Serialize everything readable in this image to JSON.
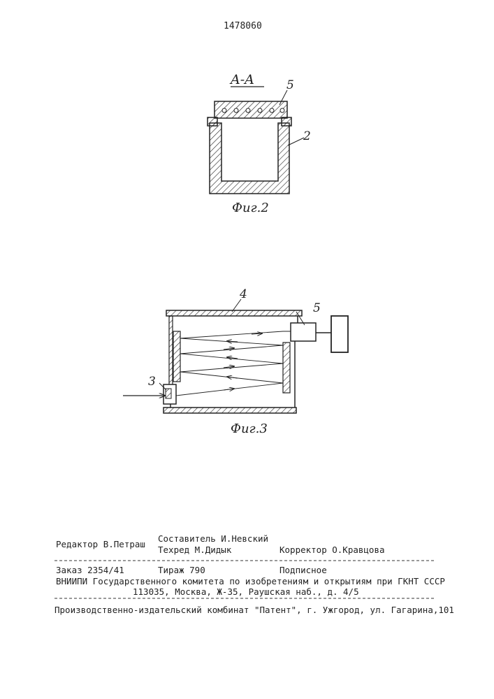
{
  "header": {
    "patent_number": "1478060"
  },
  "figure2": {
    "section_label": "A-A",
    "ref_5": "5",
    "ref_2": "2",
    "caption": "Фиг.2"
  },
  "figure3": {
    "ref_4": "4",
    "ref_5": "5",
    "ref_3": "3",
    "caption": "Фиг.3"
  },
  "colophon": {
    "compiler": "Составитель И.Невский",
    "editor": "Редактор В.Петраш",
    "techred": "Техред М.Дидык",
    "corrector": "Корректор О.Кравцова",
    "order": "Заказ 2354/41",
    "circulation": "Тираж 790",
    "subscription": "Подписное",
    "institute": "ВНИИПИ Государственного комитета по изобретениям и открытиям при ГКНТ СССР",
    "address": "113035, Москва, Ж-35, Раушская наб., д. 4/5",
    "plant": "Производственно-издательский комбинат \"Патент\", г. Ужгород, ул. Гагарина,101"
  }
}
